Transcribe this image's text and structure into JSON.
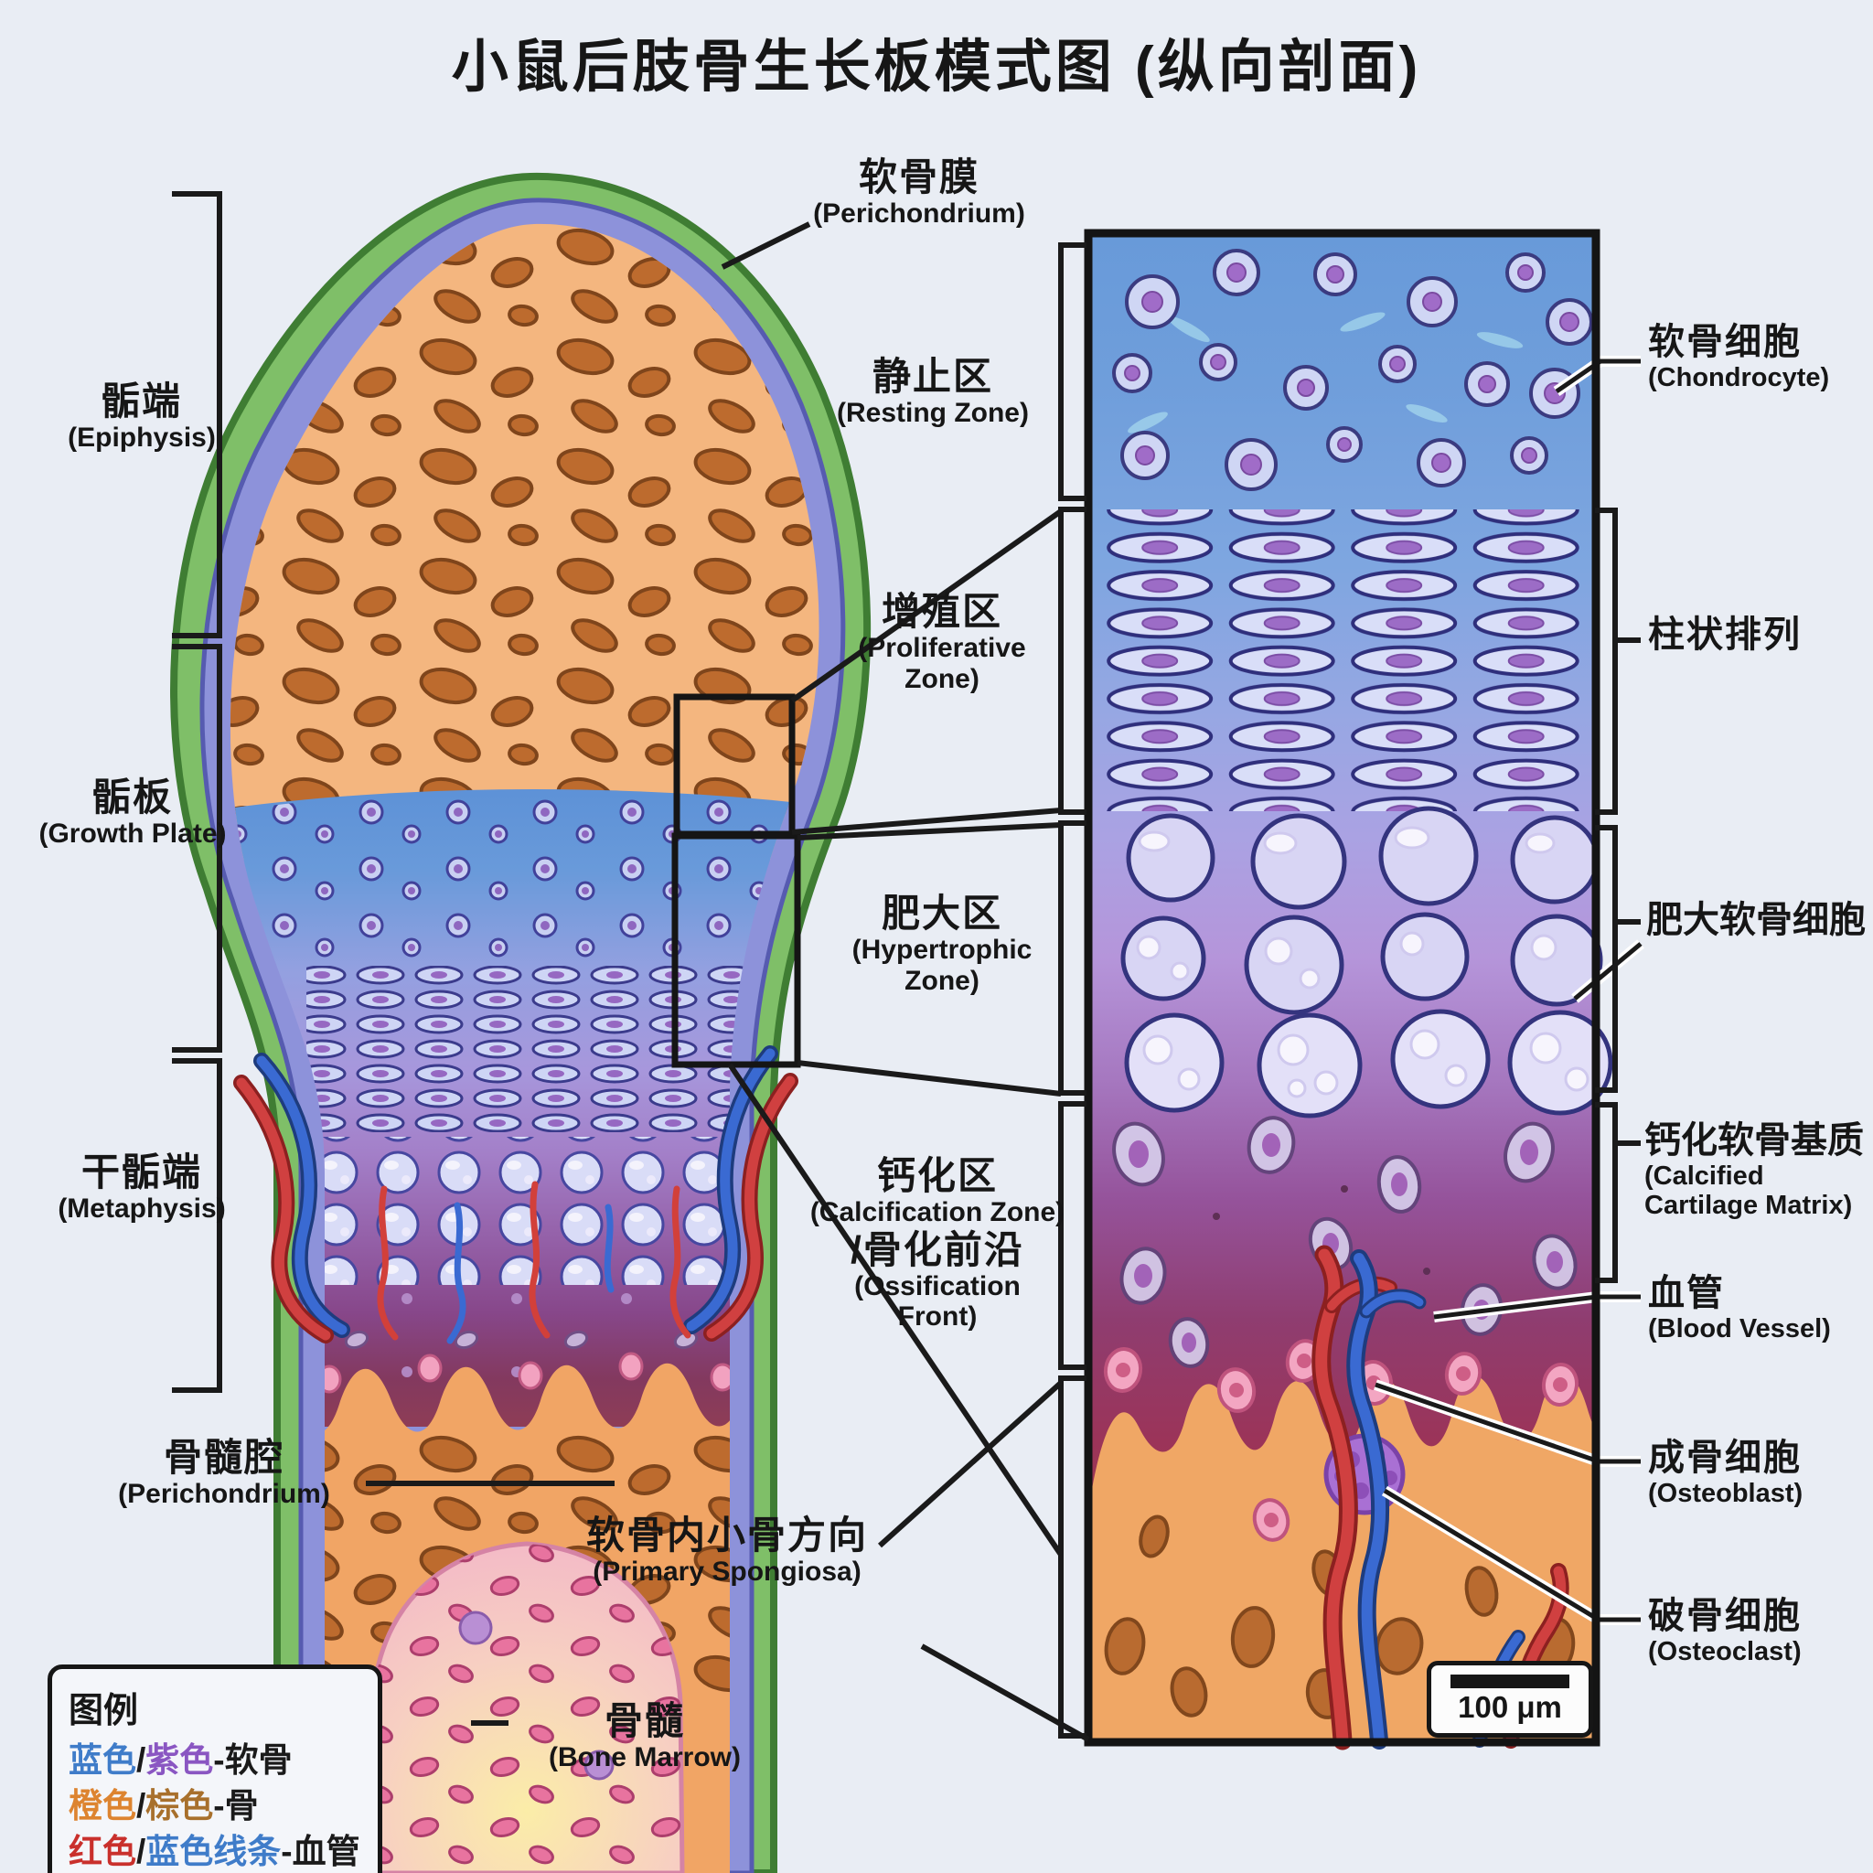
{
  "title": "小鼠后肢骨生长板模式图 (纵向剖面)",
  "labels": {
    "epiphysis": {
      "zh": "骺端",
      "en": "(Epiphysis)"
    },
    "growth_plate": {
      "zh": "骺板",
      "en": "(Growth Plate)"
    },
    "metaphysis": {
      "zh": "干骺端",
      "en": "(Metaphysis)"
    },
    "marrow_cavity": {
      "zh": "骨髓腔",
      "en": "(Perichondrium)"
    },
    "perichondrium": {
      "zh": "软骨膜",
      "en": "(Perichondrium)"
    },
    "resting": {
      "zh": "静止区",
      "en": "(Resting Zone)"
    },
    "proliferative": {
      "zh": "增殖区",
      "en": "(Proliferative Zone)"
    },
    "hypertrophic": {
      "zh": "肥大区",
      "en": "(Hypertrophic Zone)"
    },
    "calcification": {
      "zh": "钙化区",
      "en": "(Calcification Zone)",
      "zh2": "/骨化前沿",
      "en2": "(Ossification Front)"
    },
    "primary_spongiosa": {
      "zh": "软骨内小骨方向",
      "en": "(Primary Spongiosa)"
    },
    "bone_marrow": {
      "zh": "骨髓",
      "en": "(Bone Marrow)"
    },
    "chondrocyte": {
      "zh": "软骨细胞",
      "en": "(Chondrocyte)"
    },
    "columnar": {
      "zh": "柱状排列"
    },
    "hypertrophic_chondrocyte": {
      "zh": "肥大软骨细胞"
    },
    "calcified_matrix": {
      "zh": "钙化软骨基质",
      "en": "(Calcified Cartilage Matrix)"
    },
    "blood_vessel": {
      "zh": "血管",
      "en": "(Blood Vessel)"
    },
    "osteoblast": {
      "zh": "成骨细胞",
      "en": "(Osteoblast)"
    },
    "osteoclast": {
      "zh": "破骨细胞",
      "en": "(Osteoclast)"
    }
  },
  "legend": {
    "title": "图例",
    "rows": [
      {
        "parts": [
          {
            "text": "蓝色"
          },
          {
            "text": "/"
          },
          {
            "text": "紫色"
          },
          {
            "text": "-软骨"
          }
        ]
      },
      {
        "parts": [
          {
            "text": "橙色"
          },
          {
            "text": "/"
          },
          {
            "text": "棕色"
          },
          {
            "text": "-骨"
          }
        ]
      },
      {
        "parts": [
          {
            "text": "红色"
          },
          {
            "text": "/"
          },
          {
            "text": "蓝色线条"
          },
          {
            "text": "-血管"
          }
        ]
      }
    ]
  },
  "scale_bar": {
    "label": "100 μm"
  },
  "colors": {
    "background": "#e9edf4",
    "legend_blue": "#3f7cc9",
    "legend_purple": "#8a56c2",
    "legend_orange": "#dd8430",
    "legend_brown": "#a8702c",
    "legend_red": "#c9302c",
    "cartilage_blue": "#689ad9",
    "cartilage_purple": "#aaa2e3",
    "calcified_maroon": "#9b3459",
    "bone_orange": "#f1a565",
    "trabecula_brown": "#bd6b2e",
    "perichondrium_green": "#7fbf68",
    "vessel_red": "#d04040",
    "vessel_blue": "#3a6ad2",
    "osteoblast_pink": "#f3a6c2",
    "osteoclast_purple": "#a970d4",
    "panel_border": "#141414"
  }
}
